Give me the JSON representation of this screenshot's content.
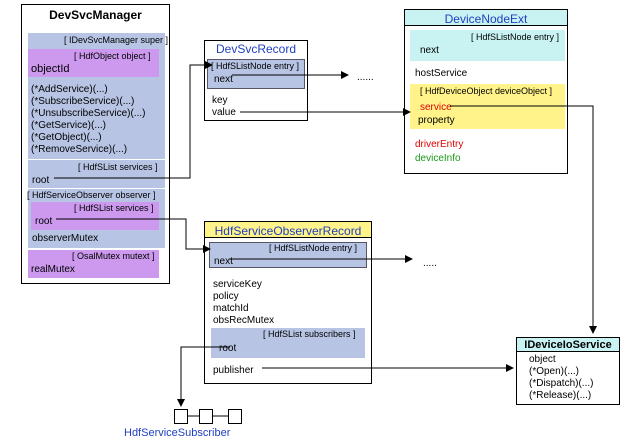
{
  "devsvc": {
    "title": "DevSvcManager",
    "super_label": "[ IDevSvcManager super ]",
    "hdfobject_label": "[ HdfObject object ]",
    "objectId": "objectId",
    "methods": [
      "(*AddService)(...)",
      "(*SubscribeService)(...)",
      "(*UnsubscribeService)(...)",
      "(*GetService)(...)",
      "(*GetObject)(...)",
      "(*RemoveService)(...)"
    ],
    "services_label": "[ HdfSList  services ]",
    "root": "root",
    "observer_label": "[ HdfServiceObserver observer ]",
    "obs_services_label": "[ HdfSList  services ]",
    "obs_root": "root",
    "observerMutex": "observerMutex",
    "osal_label": "[ OsalMutex  mutext ]",
    "realMutex": "realMutex"
  },
  "record": {
    "title": "DevSvcRecord",
    "node_label": "[ HdfSListNode  entry ]",
    "next": "next",
    "key": "key",
    "value": "value",
    "ellipsis": "......"
  },
  "nodeext": {
    "title": "DeviceNodeExt",
    "node_label": "[ HdfSListNode  entry ]",
    "next": "next",
    "hostService": "hostService",
    "devobj_label": "[ HdfDeviceObject  deviceObject ]",
    "service": "service",
    "property": "property",
    "driverEntry": "driverEntry",
    "deviceInfo": "deviceInfo"
  },
  "observer_record": {
    "title": "HdfServiceObserverRecord",
    "node_label": "[ HdfSListNode  entry ]",
    "next": "next",
    "ellipsis": ".....",
    "fields": [
      "serviceKey",
      "policy",
      "matchId",
      "obsRecMutex"
    ],
    "subs_label": "[ HdfSList  subscribers ]",
    "root": "root",
    "publisher": "publisher"
  },
  "ioservice": {
    "title": "IDeviceIoService",
    "items": [
      "object",
      "(*Open)(...)",
      "(*Dispatch)(...)",
      "(*Release)(...)"
    ]
  },
  "subscriber": {
    "label": "HdfServiceSubscriber"
  },
  "colors": {
    "title_blue": "#1f3fbf",
    "title_yellow": "#ffe14d",
    "title_cyan": "#c9f3f3"
  }
}
